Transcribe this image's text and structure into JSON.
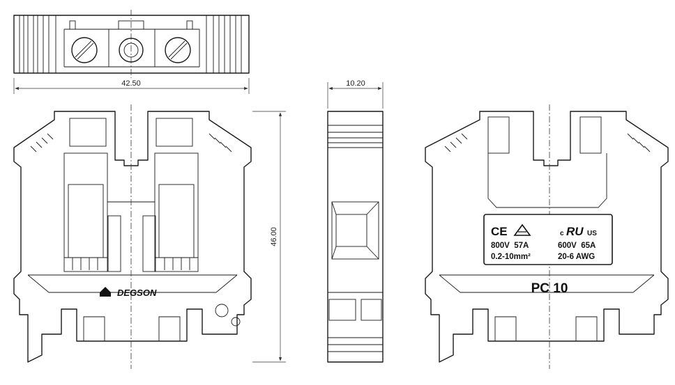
{
  "dimensions": {
    "width_front": "42.50",
    "width_side": "10.20",
    "height": "46.00"
  },
  "brand": "DEGSON",
  "model": "PC 10",
  "certifications": {
    "ce_mark": "CE",
    "ul_prefix": "c",
    "ul_mark": "RU",
    "ul_suffix": "US"
  },
  "ratings": {
    "iec_voltage_current": "800V  57A",
    "iec_wire": "0.2-10mm²",
    "ul_voltage_current": "600V  65A",
    "ul_wire": "20-6 AWG"
  },
  "icons": [
    "degson-logo-icon",
    "vde-triangle-icon",
    "ul-recognized-icon",
    "ce-mark-icon"
  ],
  "colors": {
    "line": "#1a1a1a",
    "background": "#ffffff"
  }
}
